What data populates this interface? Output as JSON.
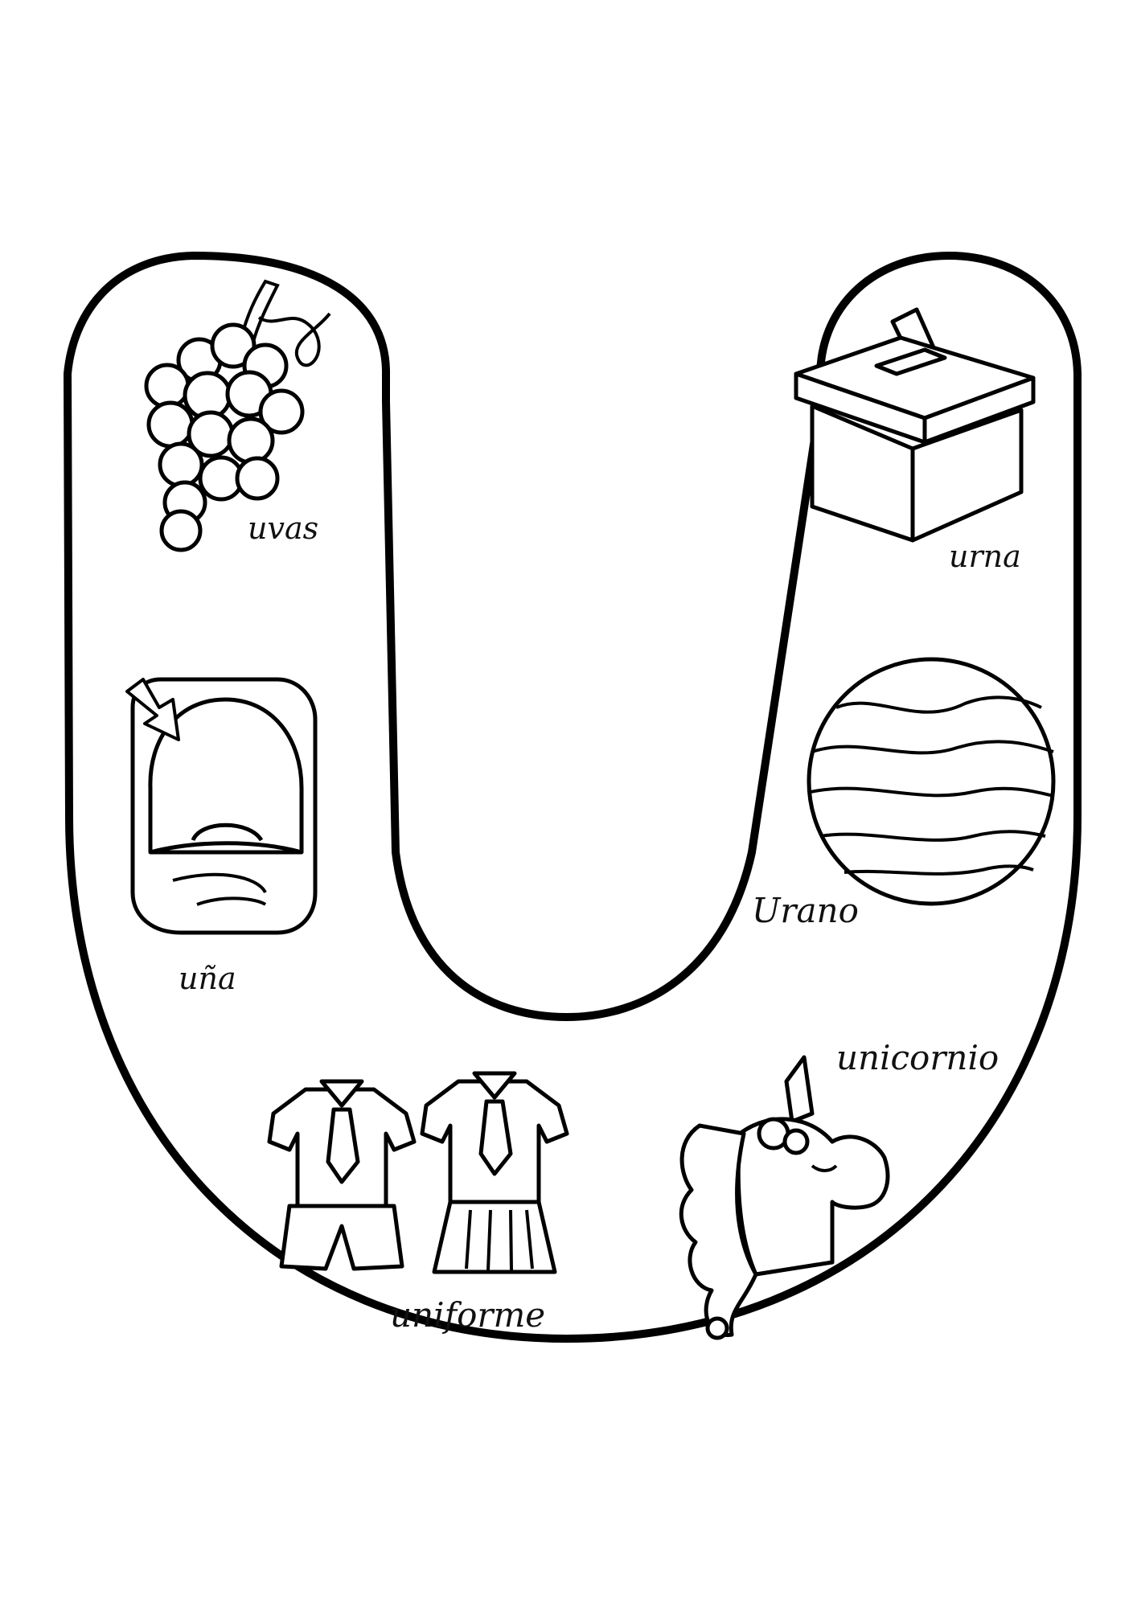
{
  "page": {
    "background": "#ffffff",
    "ink": "#000000"
  },
  "letter": {
    "character": "U",
    "style": "outline"
  },
  "items": [
    {
      "word": "uvas",
      "icon": "grapes-icon"
    },
    {
      "word": "urna",
      "icon": "ballot-box-icon"
    },
    {
      "word": "uña",
      "icon": "fingernail-icon"
    },
    {
      "word": "Urano",
      "icon": "planet-uranus-icon"
    },
    {
      "word": "unicornio",
      "icon": "unicorn-icon"
    },
    {
      "word": "uniforme",
      "icon": "school-uniform-icon"
    }
  ]
}
